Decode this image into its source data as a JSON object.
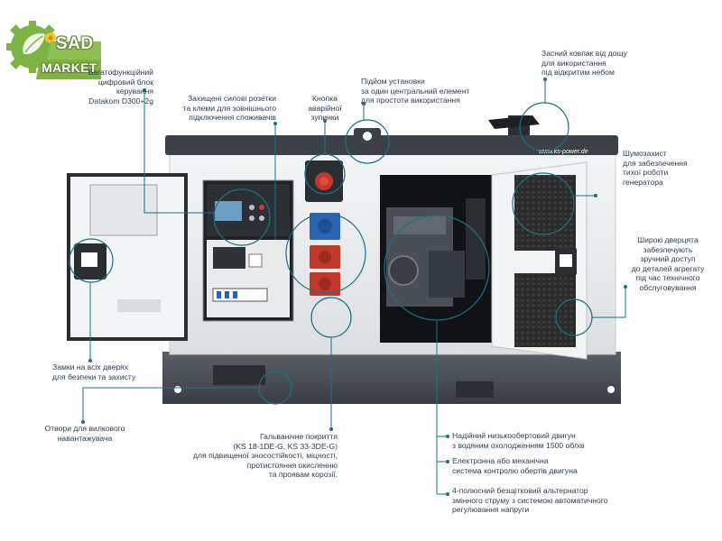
{
  "logo": {
    "line1": "SAD",
    "line2": "MARKET",
    "brand_color": "#7cb342"
  },
  "brand_url": "www.ks-power.de",
  "accent_color": "#1f6f82",
  "callouts": {
    "control_panel": "Багатофункційний\nцифровий блок\nкерування\nDatakom D300+2g",
    "sockets": "Захищені силові розетки\nта клеми для зовнішнього\nпідключення споживачів",
    "estop": "Кнопка\nаварійної\nзупинки",
    "lifting": "Підйом установки\nза один центральний елемент\nдля простоти використання",
    "rain_cap": "Засний ковпак від дощу\nдля використання\nпід відкритим небом",
    "noise": "Шумозахист\nдля забезпечення\nтихої роботи\nгенератора",
    "doors": "Широкі дверцята\nзабезпечують\nзручний доступ\nдо деталей агрегату\nпід час технічного\nобслуговування",
    "locks": "Замки на всіх дверях\nдля безпеки та захисту",
    "forklift": "Отвори для вилкового\nнавантажувача",
    "galvanic": "Гальванічне покриття\n(KS 18-1DE-G, KS 33-3DE-G)\nдля підвищеної зносостійкості, міцності,\nпротистояння окисленню\nта проявам корозії.",
    "engine": "Надійний низькообертовий двигун\nз водяним охолодженням 1500 об/хв",
    "speed_control": "Електронна або механічна\nсистема контролю обертів двигуна",
    "alternator": "4-полюсний безщітковий альтернатор\nзмінного струму з системою автоматичного\nрегулювання напруги"
  }
}
